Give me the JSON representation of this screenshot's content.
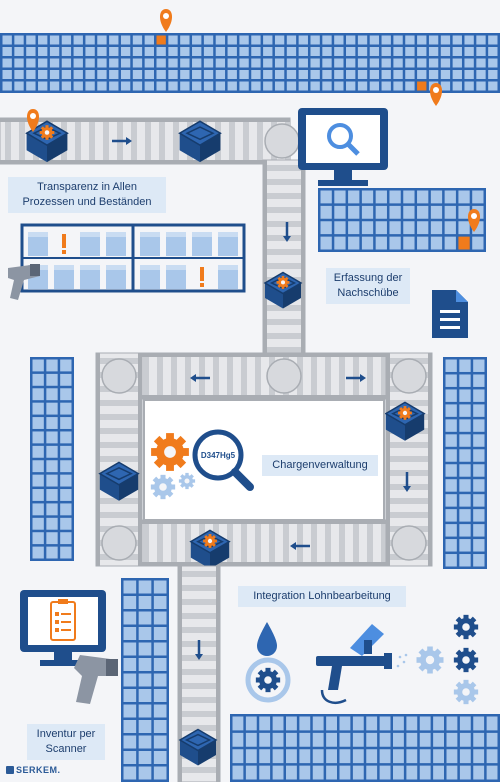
{
  "labels": {
    "transparenz": "Transparenz in Allen Prozessen und Beständen",
    "erfassung": "Erfassung der Nachschübe",
    "chargen": "Chargenverwaltung",
    "integration": "Integration Lohnbearbeitung",
    "inventur": "Inventur per Scanner"
  },
  "batch_code": "D347Hg5",
  "brand": "SERKEM.",
  "colors": {
    "navy": "#1f4e8c",
    "blue": "#2e66b1",
    "cell": "#a9c7ea",
    "orange": "#f07b1c",
    "belt": "#c9ccd1",
    "belt_dark": "#a9adb3",
    "gear": "#a9c7ea",
    "label_bg": "#dde9f6"
  },
  "icons": [
    "location-pin-icon",
    "crate-icon",
    "monitor-search-icon",
    "document-icon",
    "barcode-scanner-icon",
    "magnifier-icon",
    "gear-icon",
    "clipboard-checklist-icon",
    "drop-icon",
    "spray-gun-icon",
    "arrow-icon",
    "warning-icon"
  ]
}
